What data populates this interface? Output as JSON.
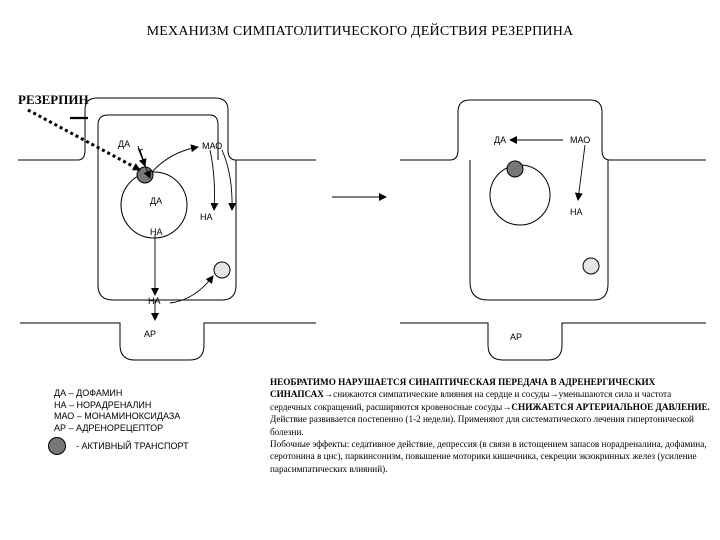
{
  "title": "МЕХАНИЗМ СИМПАТОЛИТИЧЕСКОГО ДЕЙСТВИЯ РЕЗЕРПИНА",
  "drug_label": "РЕЗЕРПИН",
  "left_panel": {
    "da_top": "ДА",
    "mao": "МАО",
    "da_vesicle": "ДА",
    "na_vesicle": "НА",
    "na_out": "НА",
    "na_cleft": "НА",
    "receptor": "АР"
  },
  "right_panel": {
    "da_top": "ДА",
    "mao": "МАО",
    "na": "НА",
    "receptor": "АР"
  },
  "legend": {
    "lines": [
      "ДА – ДОФАМИН",
      "НА – НОРАДРЕНАЛИН",
      "МАО – МОНАМИНОКСИДАЗА",
      "АР – АДРЕНОРЕЦЕПТОР"
    ],
    "transport": "- АКТИВНЫЙ ТРАНСПОРТ"
  },
  "description": {
    "p1_bold": "НЕОБРАТИМО НАРУШАЕТСЯ СИНАПТИЧЕСКАЯ ПЕРЕДАЧА В АДРЕНЕРГИЧЕСКИХ СИНАПСАХ→",
    "p1_rest": "снижаются симпатические влияния на сердце и сосуды→уменьшаются сила и частота сердечных сокращений, расширяются кровеносные сосуды→",
    "p1_bold2": "СНИЖАЕТСЯ АРТЕРИАЛЬНОЕ ДАВЛЕНИЕ.",
    "p2": "Действие развивается постепенно (1-2 недели). Применяют для систематического лечения гипертонической болезни.",
    "p3": "Побочные эффекты: седативное действие, депрессия (в связи в истощением запасов норадреналина, дофамина, серотонина в цнс), паркинсонизм, повышение моторики кишечника, секреции экзокринных желез (усиление парасимпатических влияний)."
  },
  "colors": {
    "transporter_dark": "#777777",
    "transporter_light": "#e6e6e6",
    "line": "#000000"
  }
}
